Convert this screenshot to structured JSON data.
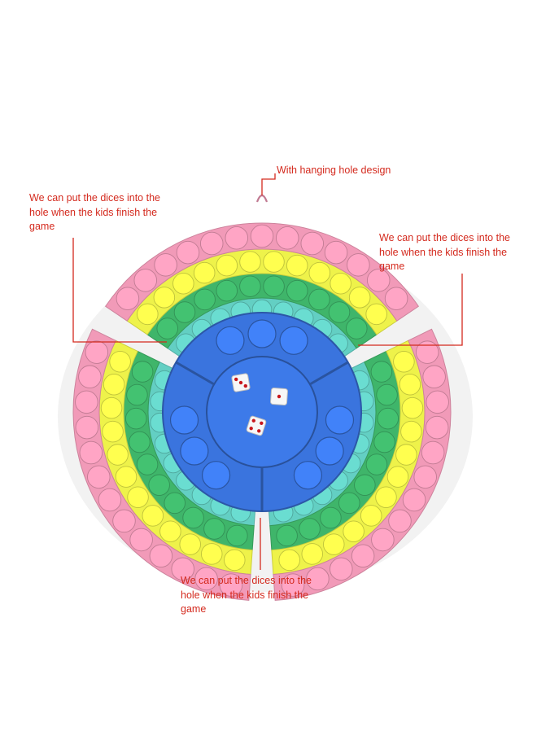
{
  "annotations": {
    "hanging_hole": "With hanging hole design",
    "left_note": "We can put the dices into the\nhole when the kids finish the\ngame",
    "right_note": "We can put the dices into the\nhole when the kids finish the\ngame",
    "bottom_note": "We can put the dices into the\nhole when the kids finish the\ngame"
  },
  "colors": {
    "annotation_red": "#d42a1e",
    "pink": "#f19ab8",
    "yellow": "#eef24a",
    "green": "#3fb56a",
    "teal": "#63cfc3",
    "blue": "#3a74de"
  },
  "dice_faces": [
    3,
    1,
    4
  ]
}
